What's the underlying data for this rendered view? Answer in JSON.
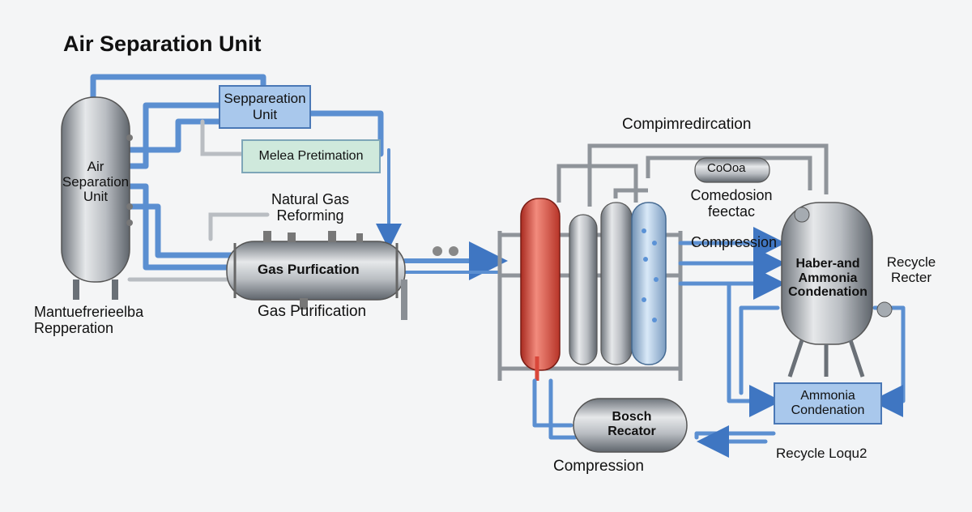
{
  "title": "Air Separation Unit",
  "labels": {
    "air_separation_tank": "Air\nSeparation\nUnit",
    "manufacture_preparation": "Mantuefrerieelba\nRepperation",
    "separation_unit_box": "Seppareation\nUnit",
    "melea_pretimation_box": "Melea Pretimation",
    "natural_gas_reforming": "Natural Gas\nReforming",
    "gas_purification_vessel": "Gas Purfication",
    "gas_purification_caption": "Gas Purification",
    "compimredircation": "Compimredircation",
    "cooler_label": "CoOoa",
    "comedosion": "Comedosion\nfeectac",
    "compression_upper": "Compression",
    "haber_ammonia": "Haber-and\nAmmonia\nCondenation",
    "recycle_recter": "Recycle\nRecter",
    "ammonia_condenation_box": "Ammonia\nCondenation",
    "bosch_recator": "Bosch\nRecator",
    "compression_lower": "Compression",
    "recycle_loop": "Recycle Loqu2"
  },
  "colors": {
    "pipe_blue": "#5b8fd1",
    "pipe_gray": "#9aa0a6",
    "steel": "#a7acb2",
    "hot_red": "#d9473a",
    "cold_blue": "#7fb2e6"
  }
}
